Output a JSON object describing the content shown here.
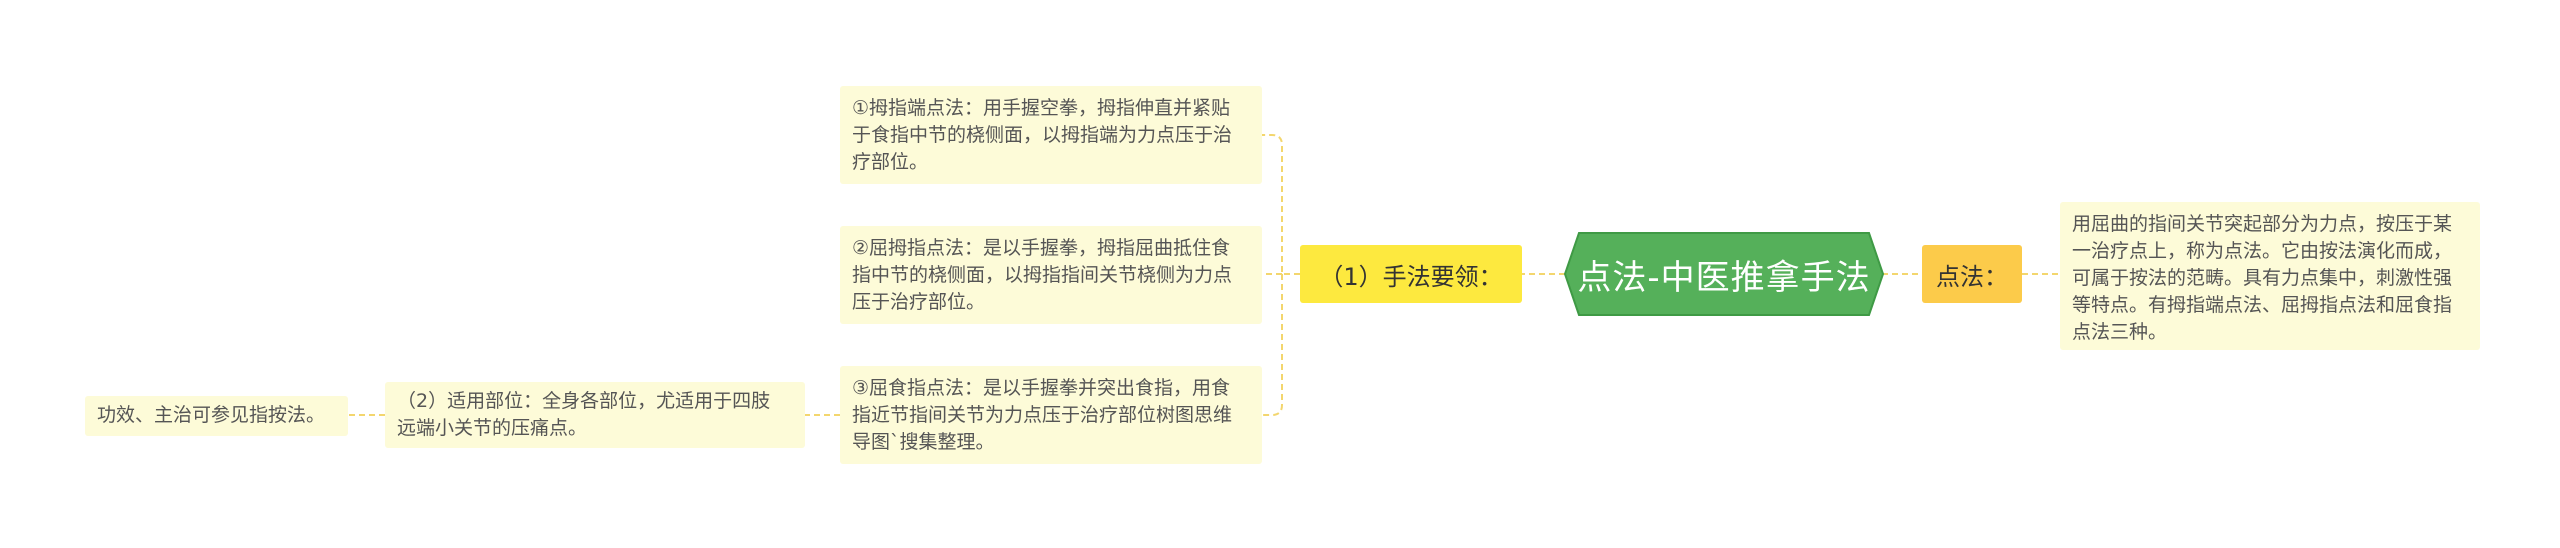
{
  "root": {
    "label": "点法-中医推拿手法"
  },
  "colors": {
    "root_fill": "#55b05a",
    "root_stroke": "#3f9a45",
    "sub_fill": "#fde93f",
    "right_sub_fill": "#fccb4a",
    "leaf_fill": "#fdfbd8",
    "link": "#f3d66e"
  },
  "right": {
    "label": "点法：",
    "desc": "用屈曲的指间关节突起部分为力点，按压于某\n一治疗点上，称为点法。它由按法演化而成，\n可属于按法的范畴。具有力点集中，刺激性强\n等特点。有拇指端点法、屈拇指点法和屈食指\n点法三种。"
  },
  "left": {
    "technique": {
      "label": "（1）手法要领：",
      "items": [
        "①拇指端点法：用手握空拳，拇指伸直并紧贴\n于食指中节的桡侧面，以拇指端为力点压于治\n疗部位。",
        "②屈拇指点法：是以手握拳，拇指屈曲抵住食\n指中节的桡侧面，以拇指指间关节桡侧为力点\n压于治疗部位。",
        "③屈食指点法：是以手握拳并突出食指，用食\n指近节指间关节为力点压于治疗部位树图思维\n导图`搜集整理。"
      ]
    },
    "application": {
      "label": "（2）适用部位：全身各部位，尤适用于四肢\n远端小关节的压痛点。",
      "child": "功效、主治可参见指按法。"
    }
  }
}
